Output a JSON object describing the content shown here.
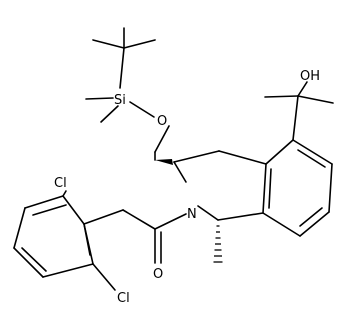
{
  "molecule": {
    "atom_labels": {
      "silicon": "Si",
      "ether_oxygen": "O",
      "hydroxyl": "OH",
      "ring_nitrogen": "N",
      "carbonyl_oxygen": "O",
      "chlorine_top": "Cl",
      "chlorine_bottom": "Cl"
    }
  }
}
